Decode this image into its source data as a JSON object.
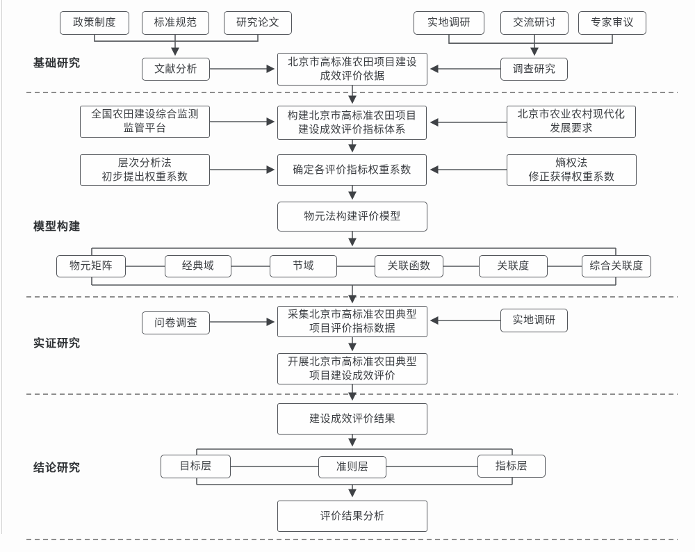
{
  "sections": {
    "s1": "基础研究",
    "s2": "模型构建",
    "s3": "实证研究",
    "s4": "结论研究"
  },
  "nodes": {
    "policy": "政策制度",
    "standard": "标准规范",
    "paper": "研究论文",
    "field_survey_top": "实地调研",
    "exchange": "交流研讨",
    "expert_review": "专家审议",
    "literature_analysis": "文献分析",
    "investigation": "调查研究",
    "evaluation_basis": "北京市高标准农田项目建设\n成效评价依据",
    "monitoring_platform": "全国农田建设综合监测\n监管平台",
    "indicator_system": "构建北京市高标准农田项目\n建设成效评价指标体系",
    "modernization": "北京市农业农村现代化\n发展要求",
    "ahp": "层次分析法\n初步提出权重系数",
    "weight_coefficients": "确定各评价指标权重系数",
    "entropy": "熵权法\n修正获得权重系数",
    "matter_element_model": "物元法构建评价模型",
    "matter_element_matrix": "物元矩阵",
    "classical_domain": "经典域",
    "section_domain": "节域",
    "correlation_function": "关联函数",
    "correlation_degree": "关联度",
    "comprehensive_correlation": "综合关联度",
    "questionnaire": "问卷调查",
    "collect_data": "采集北京市高标准农田典型\n项目评价指标数据",
    "field_survey_mid": "实地调研",
    "conduct_evaluation": "开展北京市高标准农田典型\n项目建设成效评价",
    "evaluation_result": "建设成效评价结果",
    "target_layer": "目标层",
    "criterion_layer": "准则层",
    "indicator_layer": "指标层",
    "result_analysis": "评价结果分析"
  },
  "edges": [
    {
      "from": "policy",
      "to": "literature_analysis",
      "kind": "arrow"
    },
    {
      "from": "standard",
      "to": "literature_analysis",
      "kind": "arrow"
    },
    {
      "from": "paper",
      "to": "literature_analysis",
      "kind": "arrow"
    },
    {
      "from": "literature_analysis",
      "to": "evaluation_basis",
      "kind": "arrow"
    },
    {
      "from": "field_survey_top",
      "to": "investigation",
      "kind": "arrow"
    },
    {
      "from": "exchange",
      "to": "investigation",
      "kind": "arrow"
    },
    {
      "from": "expert_review",
      "to": "investigation",
      "kind": "arrow"
    },
    {
      "from": "investigation",
      "to": "evaluation_basis",
      "kind": "arrow"
    },
    {
      "from": "evaluation_basis",
      "to": "indicator_system",
      "kind": "arrow"
    },
    {
      "from": "monitoring_platform",
      "to": "indicator_system",
      "kind": "arrow"
    },
    {
      "from": "modernization",
      "to": "indicator_system",
      "kind": "arrow"
    },
    {
      "from": "indicator_system",
      "to": "weight_coefficients",
      "kind": "arrow"
    },
    {
      "from": "ahp",
      "to": "weight_coefficients",
      "kind": "arrow"
    },
    {
      "from": "entropy",
      "to": "weight_coefficients",
      "kind": "arrow"
    },
    {
      "from": "weight_coefficients",
      "to": "matter_element_model",
      "kind": "arrow"
    },
    {
      "from": "matter_element_model",
      "to": "component_chain",
      "kind": "arrow"
    },
    {
      "chain": [
        "matter_element_matrix",
        "classical_domain",
        "section_domain",
        "correlation_function",
        "correlation_degree",
        "comprehensive_correlation"
      ],
      "kind": "chain"
    },
    {
      "from": "component_chain",
      "to": "collect_data",
      "kind": "arrow"
    },
    {
      "from": "questionnaire",
      "to": "collect_data",
      "kind": "arrow"
    },
    {
      "from": "field_survey_mid",
      "to": "collect_data",
      "kind": "arrow"
    },
    {
      "from": "collect_data",
      "to": "conduct_evaluation",
      "kind": "arrow"
    },
    {
      "from": "conduct_evaluation",
      "to": "evaluation_result",
      "kind": "arrow"
    },
    {
      "from": "evaluation_result",
      "to": "layer_chain",
      "kind": "arrow"
    },
    {
      "chain": [
        "target_layer",
        "criterion_layer",
        "indicator_layer"
      ],
      "kind": "chain"
    },
    {
      "from": "layer_chain",
      "to": "result_analysis",
      "kind": "arrow"
    }
  ],
  "colors": {
    "box_border": "#53565b",
    "line": "#55585c",
    "text": "#3a3d41",
    "divider": "#8d8d8d",
    "background": "#fdfdfd"
  }
}
